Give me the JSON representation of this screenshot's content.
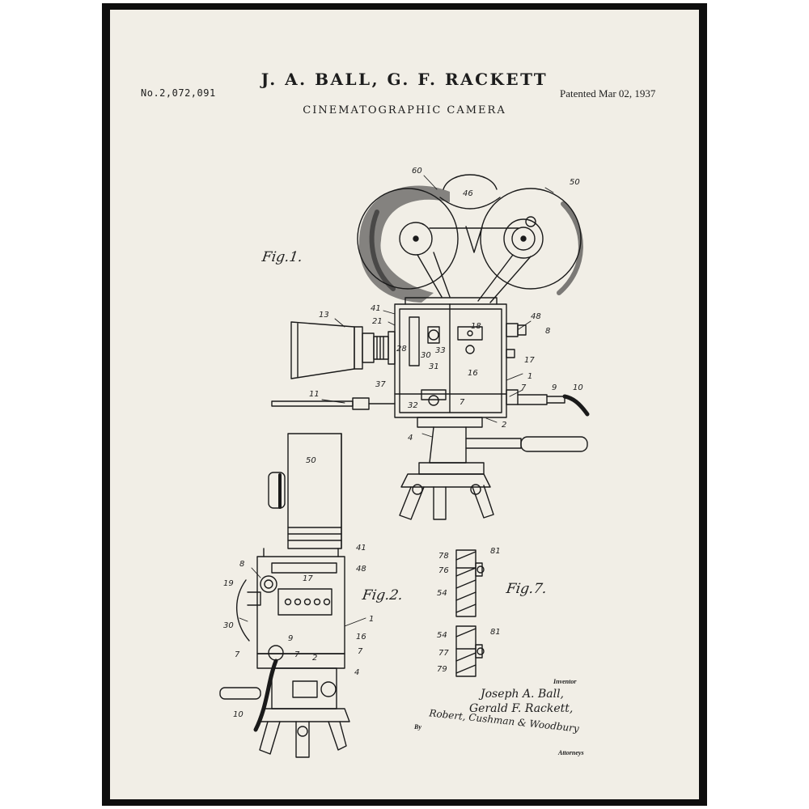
{
  "document": {
    "inventors": "J. A. BALL, G. F. RACKETT",
    "title": "CINEMATOGRAPHIC CAMERA",
    "patent_number": "No.2,072,091",
    "patent_date": "Patented Mar 02, 1937"
  },
  "figures": {
    "fig1": "Fig.1.",
    "fig2": "Fig.2.",
    "fig7": "Fig.7."
  },
  "refs": {
    "fig1": [
      "60",
      "46",
      "50",
      "13",
      "41",
      "21",
      "48",
      "8",
      "18",
      "28",
      "30",
      "33",
      "31",
      "16",
      "17",
      "1",
      "7",
      "9",
      "10",
      "11",
      "37",
      "32",
      "7",
      "2",
      "4"
    ],
    "fig2": [
      "50",
      "41",
      "48",
      "8",
      "17",
      "19",
      "30",
      "16",
      "1",
      "9",
      "7",
      "7",
      "2",
      "7",
      "4",
      "10"
    ],
    "fig7": [
      "78",
      "81",
      "76",
      "54",
      "54",
      "81",
      "77",
      "79"
    ]
  },
  "signature": {
    "inventor_label": "Inventor",
    "name1": "Joseph A. Ball,",
    "name2": "Gerald F. Rackett,",
    "by": "By",
    "attorney_sig": "Robert, Cushman & Woodbury",
    "attorneys_label": "Attorneys"
  }
}
